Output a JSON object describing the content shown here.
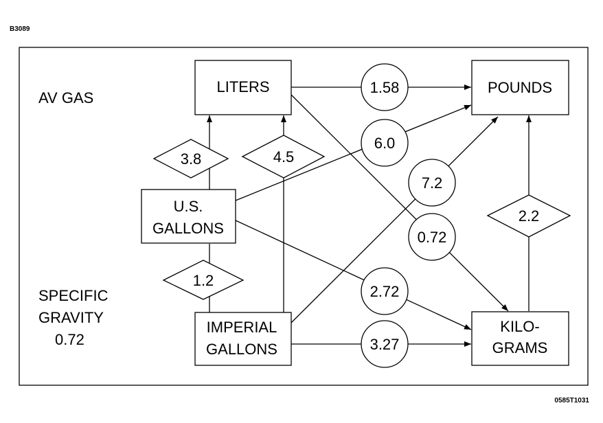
{
  "figure_code": "B3089",
  "figure_ref": "0585T1031",
  "fuel_label": "AV GAS",
  "gravity_label": {
    "line1": "SPECIFIC",
    "line2": "GRAVITY",
    "line3": "0.72"
  },
  "boxes": {
    "liters": {
      "line1": "LITERS"
    },
    "pounds": {
      "line1": "POUNDS"
    },
    "us_gallons": {
      "line1": "U.S.",
      "line2": "GALLONS"
    },
    "imperial_gallons": {
      "line1": "IMPERIAL",
      "line2": "GALLONS"
    },
    "kilograms": {
      "line1": "KILO-",
      "line2": "GRAMS"
    }
  },
  "factors": {
    "liters_to_pounds": "1.58",
    "usgal_to_pounds": "6.0",
    "impgal_to_pounds": "7.2",
    "liters_to_kilograms": "0.72",
    "usgal_to_kilograms": "2.72",
    "impgal_to_kilograms": "3.27",
    "usgal_to_liters": "3.8",
    "impgal_to_liters": "4.5",
    "usgal_impgal": "1.2",
    "kilograms_to_pounds": "2.2"
  }
}
